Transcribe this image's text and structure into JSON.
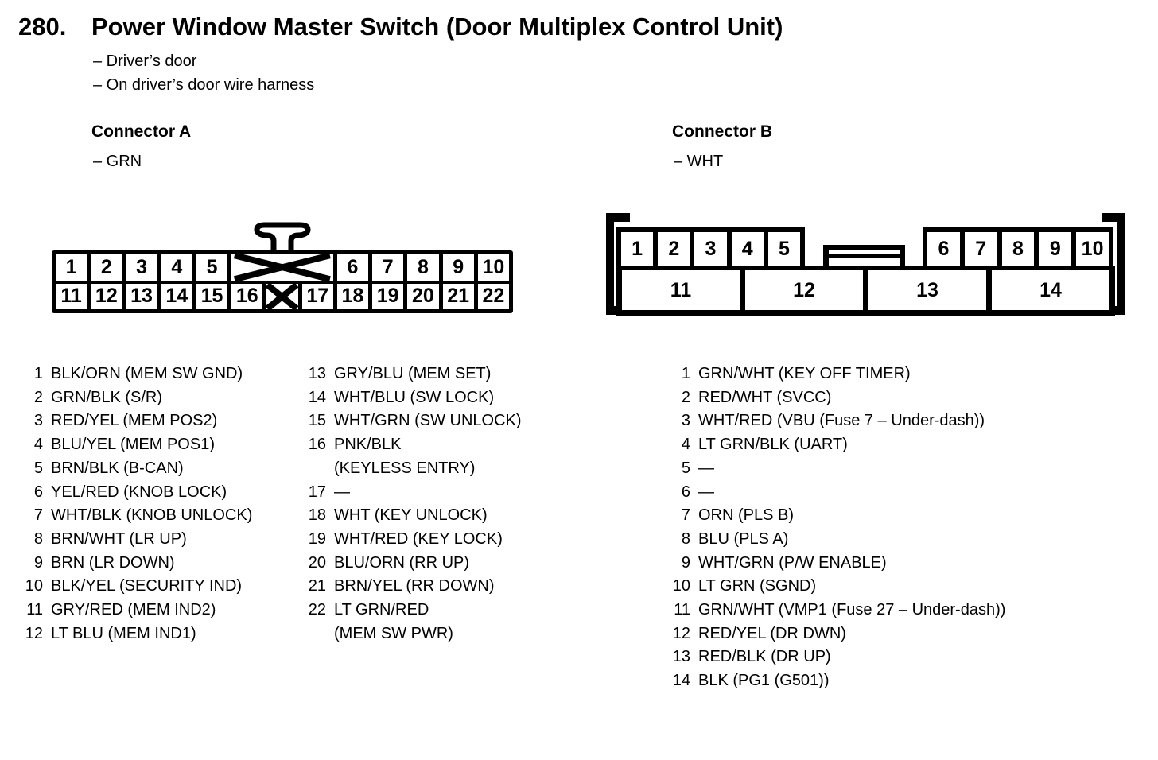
{
  "page": {
    "number": "280.",
    "title": "Power Window Master Switch (Door Multiplex Control Unit)",
    "notes": [
      "– Driver’s door",
      "– On driver’s door wire harness"
    ]
  },
  "colors": {
    "ink": "#000000",
    "paper": "#ffffff"
  },
  "connector_a": {
    "heading": "Connector A",
    "color_note": "– GRN",
    "diagram": {
      "top_row": [
        {
          "label": "1"
        },
        {
          "label": "2"
        },
        {
          "label": "3"
        },
        {
          "label": "4"
        },
        {
          "label": "5"
        },
        {
          "blocked": true,
          "span": 3
        },
        {
          "label": "6"
        },
        {
          "label": "7"
        },
        {
          "label": "8"
        },
        {
          "label": "9"
        },
        {
          "label": "10"
        }
      ],
      "bottom_row": [
        {
          "label": "11"
        },
        {
          "label": "12"
        },
        {
          "label": "13"
        },
        {
          "label": "14"
        },
        {
          "label": "15"
        },
        {
          "label": "16"
        },
        {
          "blocked": true,
          "span": 1
        },
        {
          "label": "17"
        },
        {
          "label": "18"
        },
        {
          "label": "19"
        },
        {
          "label": "20"
        },
        {
          "label": "21"
        },
        {
          "label": "22"
        }
      ]
    },
    "pins_col1": [
      {
        "num": "1",
        "lines": [
          "BLK/ORN (MEM SW GND)"
        ]
      },
      {
        "num": "2",
        "lines": [
          "GRN/BLK (S/R)"
        ]
      },
      {
        "num": "3",
        "lines": [
          "RED/YEL (MEM POS2)"
        ]
      },
      {
        "num": "4",
        "lines": [
          "BLU/YEL (MEM POS1)"
        ]
      },
      {
        "num": "5",
        "lines": [
          "BRN/BLK (B-CAN)"
        ]
      },
      {
        "num": "6",
        "lines": [
          "YEL/RED (KNOB LOCK)"
        ]
      },
      {
        "num": "7",
        "lines": [
          "WHT/BLK (KNOB UNLOCK)"
        ]
      },
      {
        "num": "8",
        "lines": [
          "BRN/WHT (LR UP)"
        ]
      },
      {
        "num": "9",
        "lines": [
          "BRN (LR DOWN)"
        ]
      },
      {
        "num": "10",
        "lines": [
          "BLK/YEL (SECURITY IND)"
        ]
      },
      {
        "num": "11",
        "lines": [
          "GRY/RED (MEM IND2)"
        ]
      },
      {
        "num": "12",
        "lines": [
          "LT BLU (MEM IND1)"
        ]
      }
    ],
    "pins_col2": [
      {
        "num": "13",
        "lines": [
          "GRY/BLU (MEM SET)"
        ]
      },
      {
        "num": "14",
        "lines": [
          "WHT/BLU (SW LOCK)"
        ]
      },
      {
        "num": "15",
        "lines": [
          "WHT/GRN (SW UNLOCK)"
        ]
      },
      {
        "num": "16",
        "lines": [
          "PNK/BLK",
          "(KEYLESS ENTRY)"
        ]
      },
      {
        "num": "17",
        "lines": [
          "—"
        ]
      },
      {
        "num": "18",
        "lines": [
          "WHT (KEY UNLOCK)"
        ]
      },
      {
        "num": "19",
        "lines": [
          "WHT/RED (KEY LOCK)"
        ]
      },
      {
        "num": "20",
        "lines": [
          "BLU/ORN (RR UP)"
        ]
      },
      {
        "num": "21",
        "lines": [
          "BRN/YEL (RR DOWN)"
        ]
      },
      {
        "num": "22",
        "lines": [
          "LT GRN/RED",
          "(MEM SW PWR)"
        ]
      }
    ]
  },
  "connector_b": {
    "heading": "Connector B",
    "color_note": "– WHT",
    "diagram": {
      "top_left": [
        "1",
        "2",
        "3",
        "4",
        "5"
      ],
      "top_right": [
        "6",
        "7",
        "8",
        "9",
        "10"
      ],
      "bottom": [
        "11",
        "12",
        "13",
        "14"
      ]
    },
    "pins": [
      {
        "num": "1",
        "lines": [
          "GRN/WHT (KEY OFF TIMER)"
        ]
      },
      {
        "num": "2",
        "lines": [
          "RED/WHT (SVCC)"
        ]
      },
      {
        "num": "3",
        "lines": [
          "WHT/RED (VBU (Fuse 7 – Under-dash))"
        ]
      },
      {
        "num": "4",
        "lines": [
          "LT GRN/BLK (UART)"
        ]
      },
      {
        "num": "5",
        "lines": [
          "—"
        ]
      },
      {
        "num": "6",
        "lines": [
          "—"
        ]
      },
      {
        "num": "7",
        "lines": [
          "ORN (PLS B)"
        ]
      },
      {
        "num": "8",
        "lines": [
          "BLU (PLS A)"
        ]
      },
      {
        "num": "9",
        "lines": [
          "WHT/GRN (P/W ENABLE)"
        ]
      },
      {
        "num": "10",
        "lines": [
          "LT GRN (SGND)"
        ]
      },
      {
        "num": "11",
        "lines": [
          "GRN/WHT (VMP1 (Fuse 27 – Under-dash))"
        ]
      },
      {
        "num": "12",
        "lines": [
          "RED/YEL (DR DWN)"
        ]
      },
      {
        "num": "13",
        "lines": [
          "RED/BLK (DR UP)"
        ]
      },
      {
        "num": "14",
        "lines": [
          "BLK (PG1 (G501))"
        ]
      }
    ]
  }
}
